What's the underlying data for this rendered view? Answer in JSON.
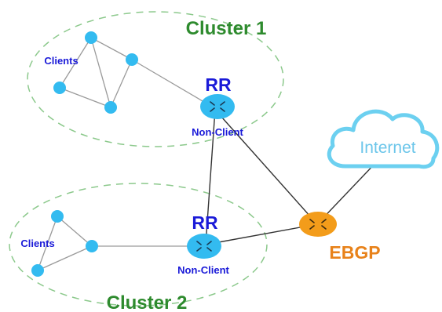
{
  "clusters": [
    {
      "label": "Cluster 1",
      "color": "#2e8b2e"
    },
    {
      "label": "Cluster 2",
      "color": "#2e8b2e"
    }
  ],
  "labels": {
    "clients_1": "Clients",
    "clients_2": "Clients",
    "rr_1": "RR",
    "rr_2": "RR",
    "non_client_1": "Non-Client",
    "non_client_2": "Non-Client",
    "ebgp": "EBGP",
    "internet": "Internet"
  },
  "colors": {
    "client_node": "#33bbf0",
    "router_blue": "#33bbf0",
    "router_orange": "#f39c1a",
    "cloud_stroke": "#6cd0f0",
    "cloud_text": "#6cc6ea",
    "label_blue": "#1a1ad8",
    "cluster_green": "#2e8b2e",
    "ebgp_orange": "#e8821a",
    "dashed_green": "#8cc98c",
    "link_gray": "#9a9a9a",
    "link_dark": "#333333"
  }
}
